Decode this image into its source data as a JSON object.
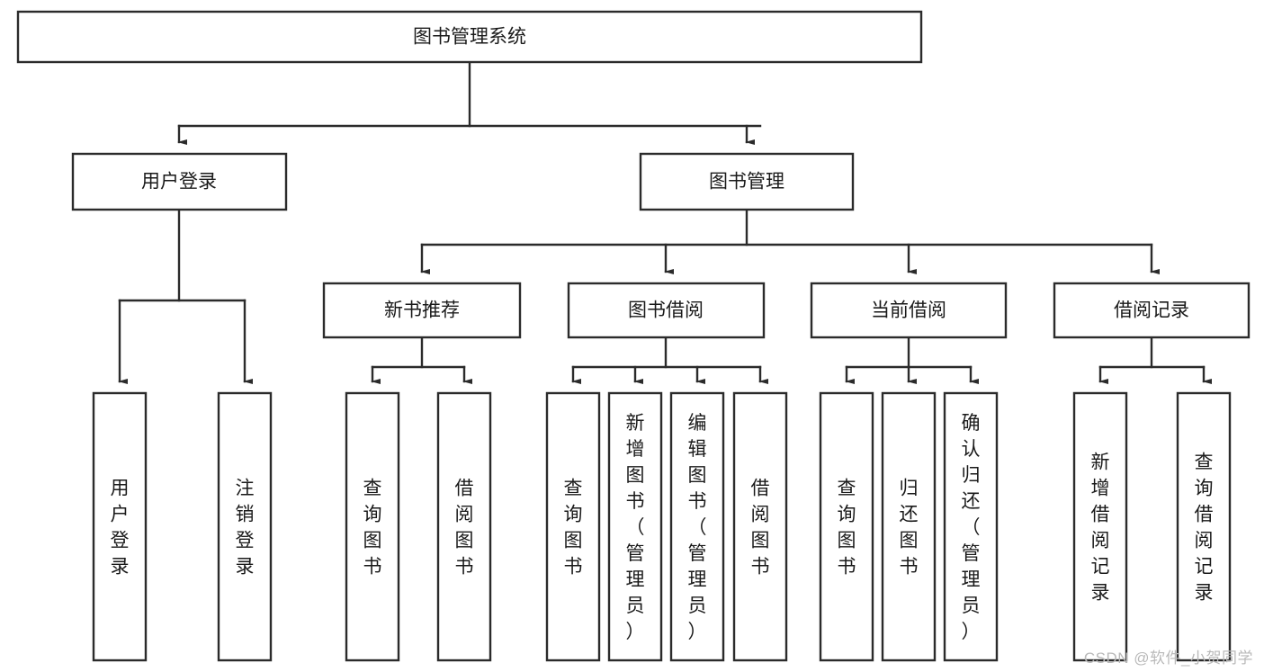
{
  "diagram": {
    "title": "图书管理系统",
    "watermark": "CSDN @软件_小贺同学",
    "colors": {
      "stroke": "#2b2b2b",
      "fill": "#ffffff",
      "text": "#1a1a1a",
      "watermark": "#b9b9b9"
    },
    "levels": {
      "root": {
        "label": "图书管理系统"
      },
      "level2": [
        {
          "id": "user-login",
          "label": "用户登录"
        },
        {
          "id": "book-manage",
          "label": "图书管理"
        }
      ],
      "level3": [
        {
          "id": "new-book-recommend",
          "label": "新书推荐",
          "parent": "book-manage"
        },
        {
          "id": "book-borrow",
          "label": "图书借阅",
          "parent": "book-manage"
        },
        {
          "id": "current-borrow",
          "label": "当前借阅",
          "parent": "book-manage"
        },
        {
          "id": "borrow-record",
          "label": "借阅记录",
          "parent": "book-manage"
        }
      ],
      "leaves": [
        {
          "id": "leaf-user-login",
          "label": "用户登录",
          "parent": "user-login"
        },
        {
          "id": "leaf-logout-login",
          "label": "注销登录",
          "parent": "user-login"
        },
        {
          "id": "leaf-query-book-1",
          "label": "查询图书",
          "parent": "new-book-recommend"
        },
        {
          "id": "leaf-borrow-book-1",
          "label": "借阅图书",
          "parent": "new-book-recommend"
        },
        {
          "id": "leaf-query-book-2",
          "label": "查询图书",
          "parent": "book-borrow"
        },
        {
          "id": "leaf-add-book",
          "label": "新增图书（管理员）",
          "parent": "book-borrow"
        },
        {
          "id": "leaf-edit-book",
          "label": "编辑图书（管理员）",
          "parent": "book-borrow"
        },
        {
          "id": "leaf-borrow-book-2",
          "label": "借阅图书",
          "parent": "book-borrow"
        },
        {
          "id": "leaf-query-book-3",
          "label": "查询图书",
          "parent": "current-borrow"
        },
        {
          "id": "leaf-return-book",
          "label": "归还图书",
          "parent": "current-borrow"
        },
        {
          "id": "leaf-confirm-return",
          "label": "确认归还（管理员）",
          "parent": "current-borrow"
        },
        {
          "id": "leaf-add-record",
          "label": "新增借阅记录",
          "parent": "borrow-record"
        },
        {
          "id": "leaf-query-record",
          "label": "查询借阅记录",
          "parent": "borrow-record"
        }
      ]
    }
  }
}
